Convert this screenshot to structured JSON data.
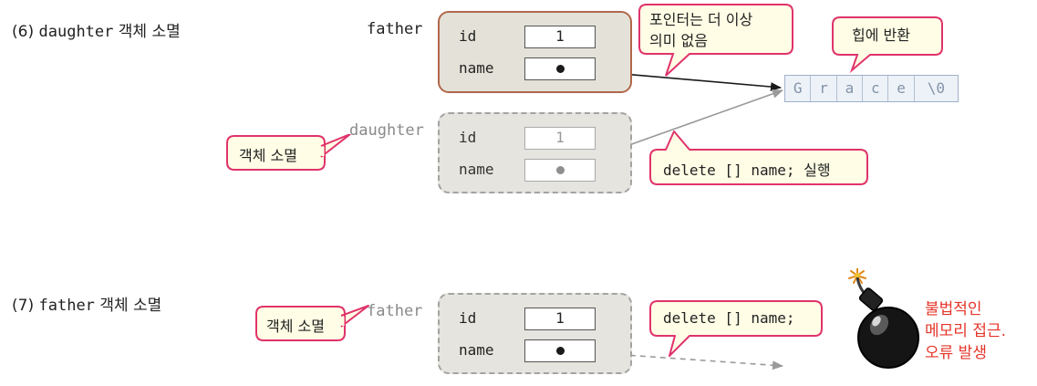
{
  "steps": [
    {
      "number": "(6)",
      "code": "daughter",
      "label": "객체 소멸"
    },
    {
      "number": "(7)",
      "code": "father",
      "label": "객체 소멸"
    }
  ],
  "father_obj": {
    "varname": "father",
    "id_label": "id",
    "id_value": "1",
    "name_label": "name"
  },
  "daughter_obj": {
    "varname": "daughter",
    "id_label": "id",
    "id_value": "1",
    "name_label": "name"
  },
  "father_obj_7": {
    "varname": "father",
    "id_label": "id",
    "id_value": "1",
    "name_label": "name"
  },
  "heap": {
    "chars": [
      "G",
      "r",
      "a",
      "c",
      "e",
      "\\0"
    ]
  },
  "callouts": {
    "dangling_line1": "포인터는 더 이상",
    "dangling_line2": "의미 없음",
    "heap_return": "힙에 반환",
    "destroy_6": "객체 소멸",
    "delete_exec": "delete [] name; 실행",
    "destroy_7": "객체 소멸",
    "delete_7": "delete [] name;"
  },
  "error": {
    "line1": "불법적인",
    "line2": "메모리 접근.",
    "line3": "오류 발생"
  },
  "colors": {
    "callout_border": "#e0336b",
    "callout_fill": "#fffde5",
    "live_border": "#b2684a",
    "error_text": "#e4352a"
  }
}
